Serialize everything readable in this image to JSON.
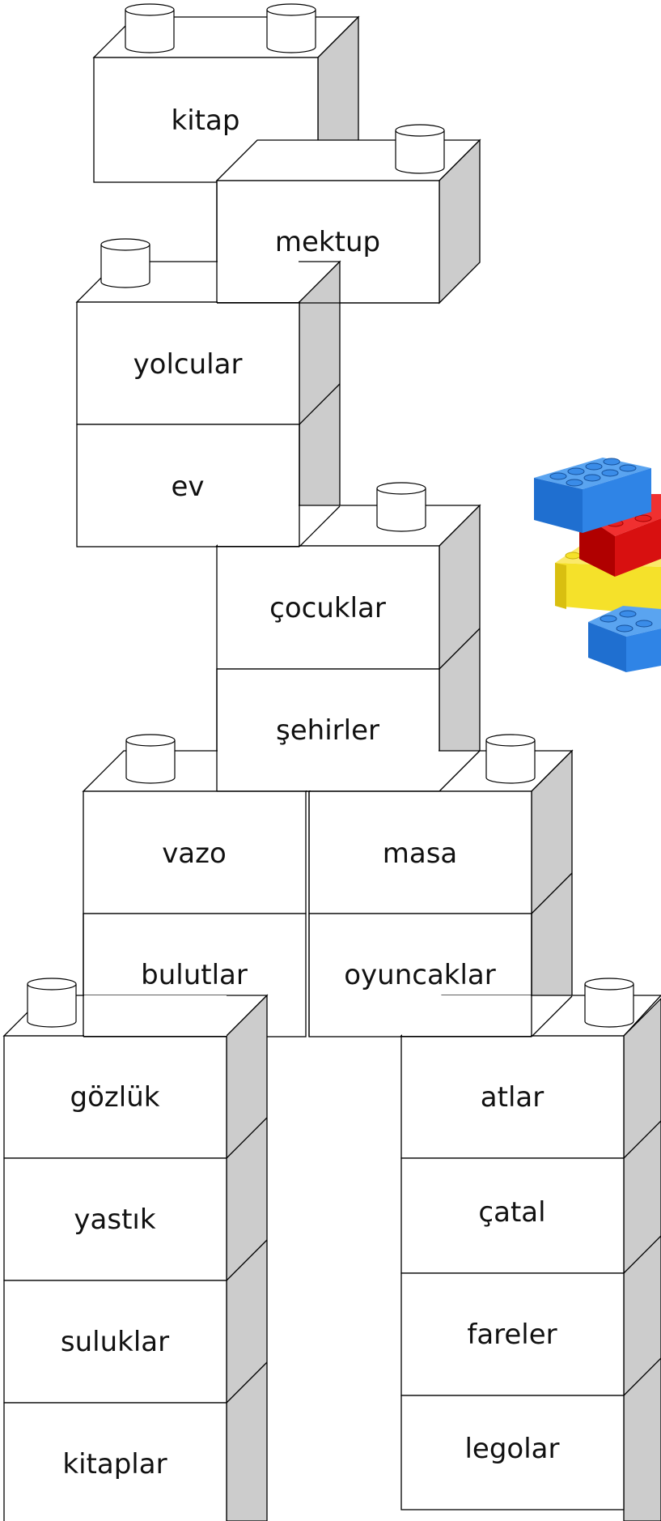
{
  "worksheet": {
    "words": {
      "kitap": "kitap",
      "mektup": "mektup",
      "yolcular": "yolcular",
      "ev": "ev",
      "cocuklar": "çocuklar",
      "sehirler": "şehirler",
      "vazo": "vazo",
      "masa": "masa",
      "bulutlar": "bulutlar",
      "oyuncaklar": "oyuncaklar",
      "gozluk": "gözlük",
      "yastik": "yastık",
      "suluklar": "suluklar",
      "kitaplar": "kitaplar",
      "atlar": "atlar",
      "catal": "çatal",
      "fareler": "fareler",
      "legolar": "legolar"
    },
    "brick_colors": {
      "outline": "#000000",
      "face": "#ffffff",
      "side": "#cccccc",
      "lego_blue": "#2f7ee0",
      "lego_red": "#e01010",
      "lego_yellow": "#f5e12a"
    }
  }
}
